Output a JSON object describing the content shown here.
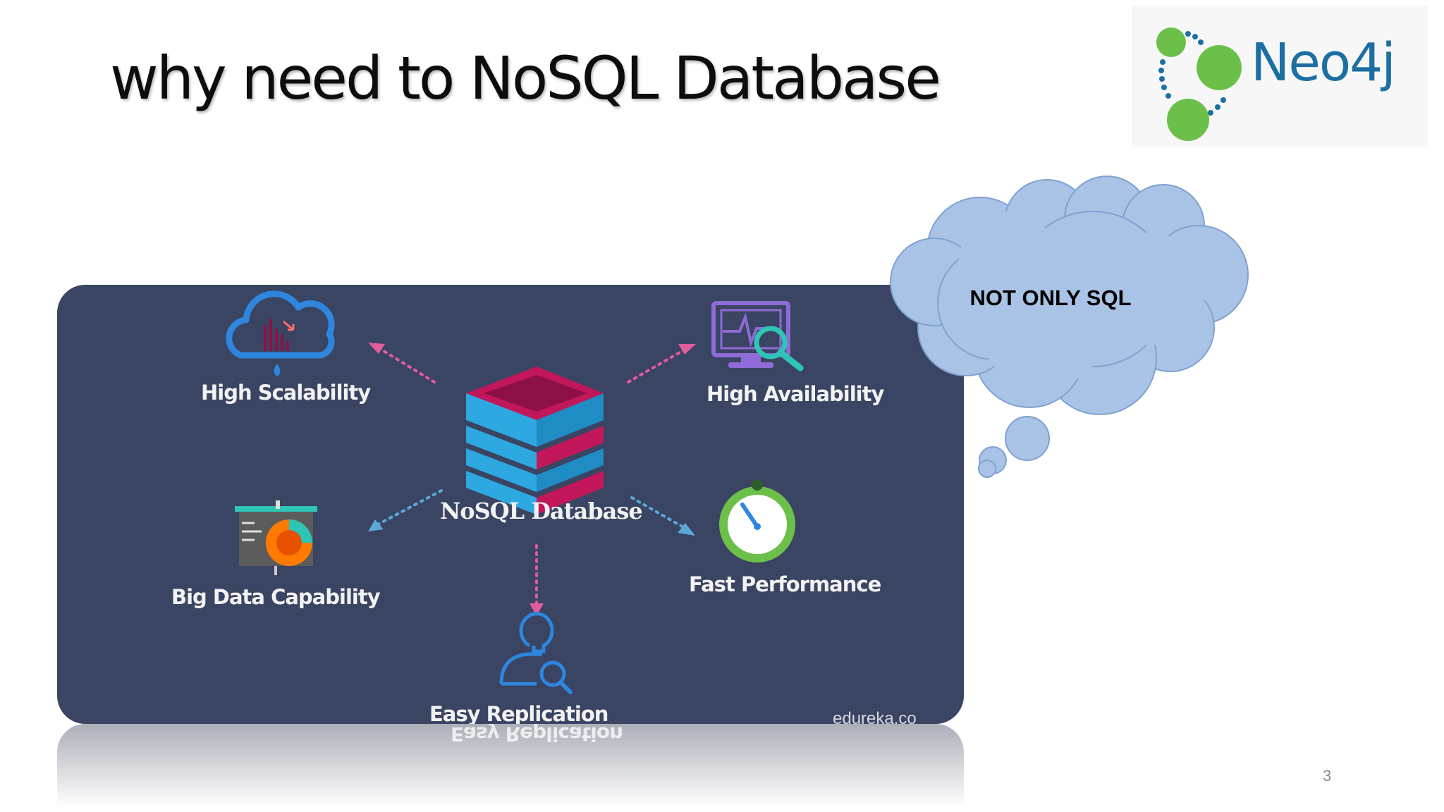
{
  "slide": {
    "title": "why need to NoSQL Database",
    "page_number": "3"
  },
  "logo": {
    "text": "Neo4j",
    "icon": "neo4j-graph-logo-icon"
  },
  "infographic": {
    "center_label": "NoSQL Database",
    "items": [
      {
        "label": "High Scalability",
        "icon": "cloud-chart-icon"
      },
      {
        "label": "High Availability",
        "icon": "monitor-search-icon"
      },
      {
        "label": "Big Data Capability",
        "icon": "presentation-pie-chart-icon"
      },
      {
        "label": "Fast Performance",
        "icon": "speedometer-icon"
      },
      {
        "label": "Easy Replication",
        "icon": "user-search-icon"
      }
    ],
    "watermark": "edureka.co"
  },
  "callout": {
    "text": "NOT ONLY SQL"
  },
  "colors": {
    "panel": "#3a4463",
    "cloud_fill": "#a9c3e6",
    "cloud_stroke": "#7fa1cf",
    "accent_pink": "#e05c9a",
    "accent_blue": "#2ea8e0",
    "accent_crimson": "#c2185b",
    "logo_green": "#6cc04a",
    "logo_blue": "#1d6fa3"
  }
}
